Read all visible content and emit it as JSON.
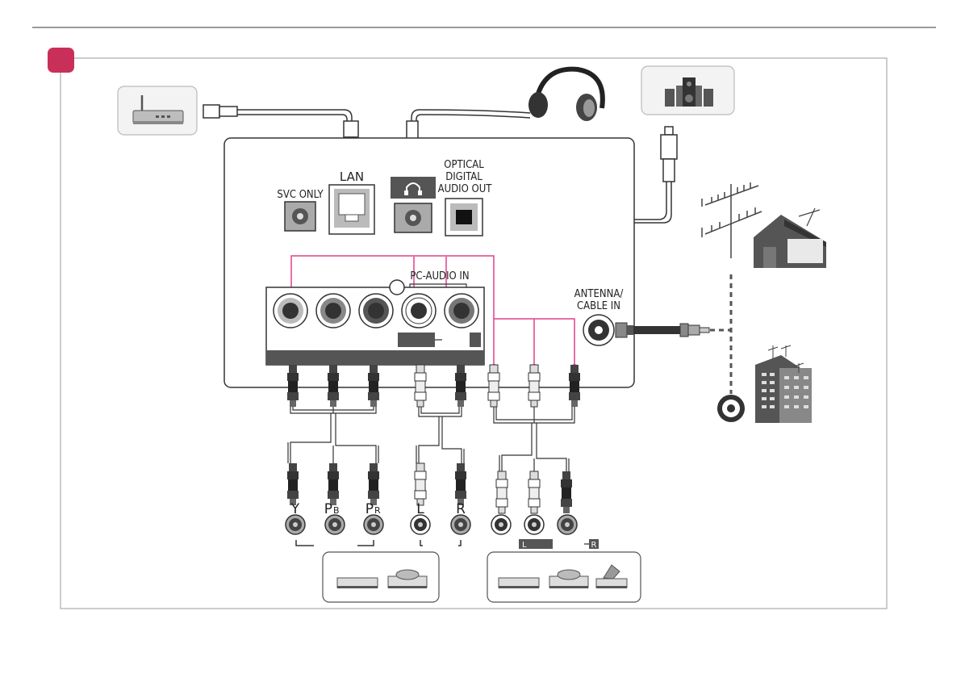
{
  "labels": {
    "lan": "LAN",
    "svc_only": "SVC ONLY",
    "optical_1": "OPTICAL",
    "optical_2": "DIGITAL",
    "optical_3": "AUDIO OUT",
    "pc_audio_in": "PC-AUDIO IN",
    "antenna_1": "ANTENNA/",
    "antenna_2": "CABLE IN",
    "plug_y": "Y",
    "plug_pb": "P",
    "plug_pb_sub": "B",
    "plug_pr": "P",
    "plug_pr_sub": "R",
    "plug_l": "L",
    "plug_r": "R",
    "av_l": "L",
    "av_r": "R"
  },
  "colors": {
    "accent": "#c8305a",
    "pink_wire": "#e0408a",
    "panel_dark": "#555555",
    "border_grey": "#b5b5b5"
  },
  "icons": [
    "router-icon",
    "headphones-icon",
    "speaker-system-icon",
    "antenna-icon",
    "house-icon",
    "apartment-building-icon",
    "cable-outlet-icon",
    "dvd-player-icon",
    "disc-player-icon",
    "vcr-icon",
    "camcorder-icon"
  ]
}
